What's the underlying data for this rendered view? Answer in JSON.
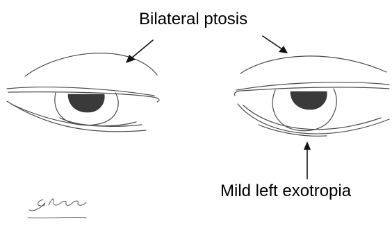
{
  "annotations": {
    "ptosis_label": "Bilateral ptosis",
    "exotropia_label": "Mild left exotropia"
  },
  "signature": {
    "type": "handwritten-signature"
  },
  "colors": {
    "line": "#4a4a4a",
    "text": "#000000",
    "pupil": "#3a3a3a"
  }
}
